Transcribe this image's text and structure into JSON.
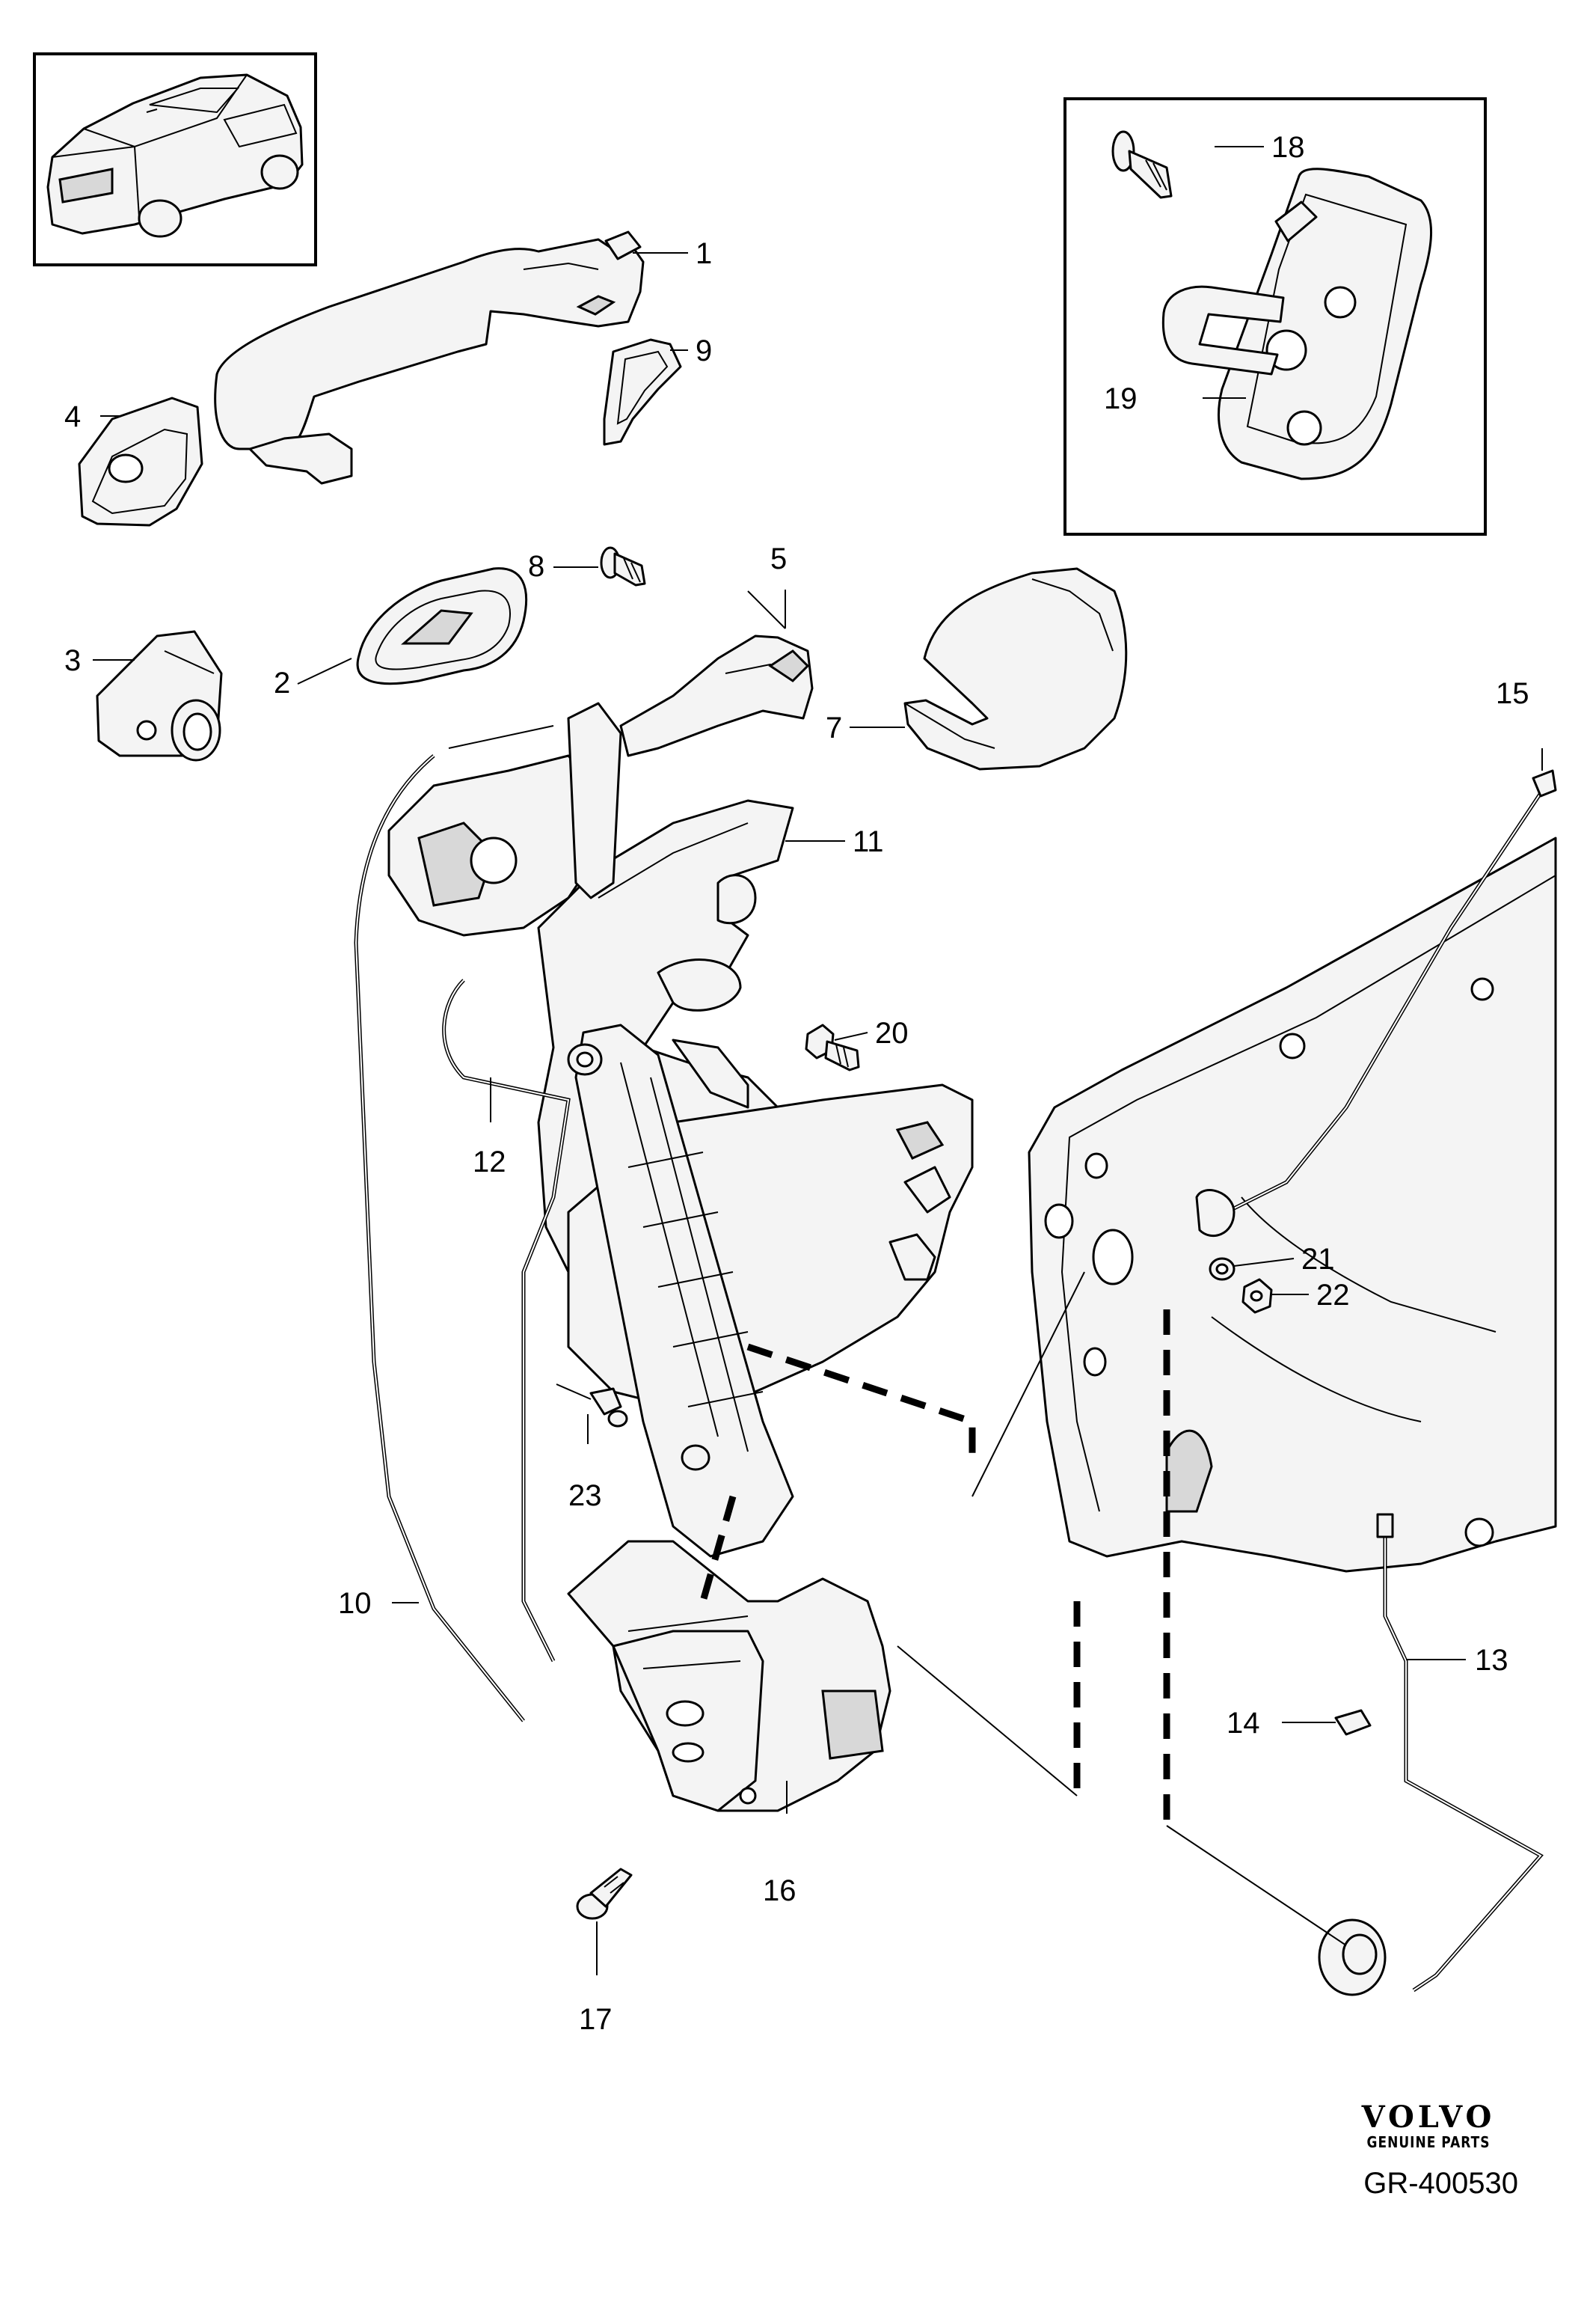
{
  "callouts": [
    {
      "id": "1",
      "label": "1"
    },
    {
      "id": "2",
      "label": "2"
    },
    {
      "id": "3",
      "label": "3"
    },
    {
      "id": "4",
      "label": "4"
    },
    {
      "id": "5",
      "label": "5"
    },
    {
      "id": "7",
      "label": "7"
    },
    {
      "id": "8",
      "label": "8"
    },
    {
      "id": "9",
      "label": "9"
    },
    {
      "id": "10",
      "label": "10"
    },
    {
      "id": "11",
      "label": "11"
    },
    {
      "id": "12",
      "label": "12"
    },
    {
      "id": "13",
      "label": "13"
    },
    {
      "id": "14",
      "label": "14"
    },
    {
      "id": "15",
      "label": "15"
    },
    {
      "id": "16",
      "label": "16"
    },
    {
      "id": "17",
      "label": "17"
    },
    {
      "id": "18",
      "label": "18"
    },
    {
      "id": "19",
      "label": "19"
    },
    {
      "id": "20",
      "label": "20"
    },
    {
      "id": "21",
      "label": "21"
    },
    {
      "id": "22",
      "label": "22"
    },
    {
      "id": "23",
      "label": "23"
    }
  ],
  "brand": {
    "name": "VOLVO",
    "tagline": "GENUINE PARTS"
  },
  "reference": "GR-400530",
  "colors": {
    "line": "#000000",
    "fill": "#f4f4f4",
    "shade": "#d8d8d8"
  }
}
